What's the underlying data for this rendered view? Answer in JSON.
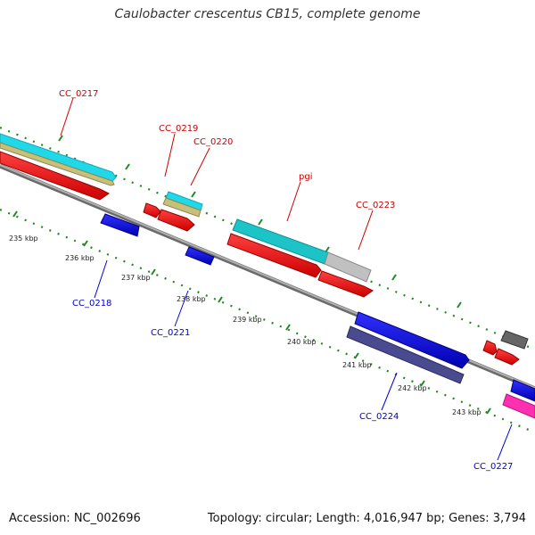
{
  "title": "Caulobacter crescentus CB15, complete genome",
  "footer": {
    "accession": "Accession: NC_002696",
    "summary": "Topology: circular; Length: 4,016,947 bp; Genes: 3,794"
  },
  "colors": {
    "backbone": "#8a8a8a",
    "tick": "#1f8a1f",
    "red_label": "#cc0000",
    "blue_label": "#0000cc"
  },
  "scale_labels": [
    "235 kbp",
    "236 kbp",
    "237 kbp",
    "238 kbp",
    "239 kbp",
    "240 kbp",
    "241 kbp",
    "242 kbp",
    "243 kbp"
  ],
  "gene_labels_top": [
    "CC_0217",
    "CC_0219",
    "CC_0220",
    "pgi",
    "CC_0223"
  ],
  "gene_labels_bottom": [
    "CC_0218",
    "CC_0221",
    "CC_0224",
    "CC_0227"
  ]
}
